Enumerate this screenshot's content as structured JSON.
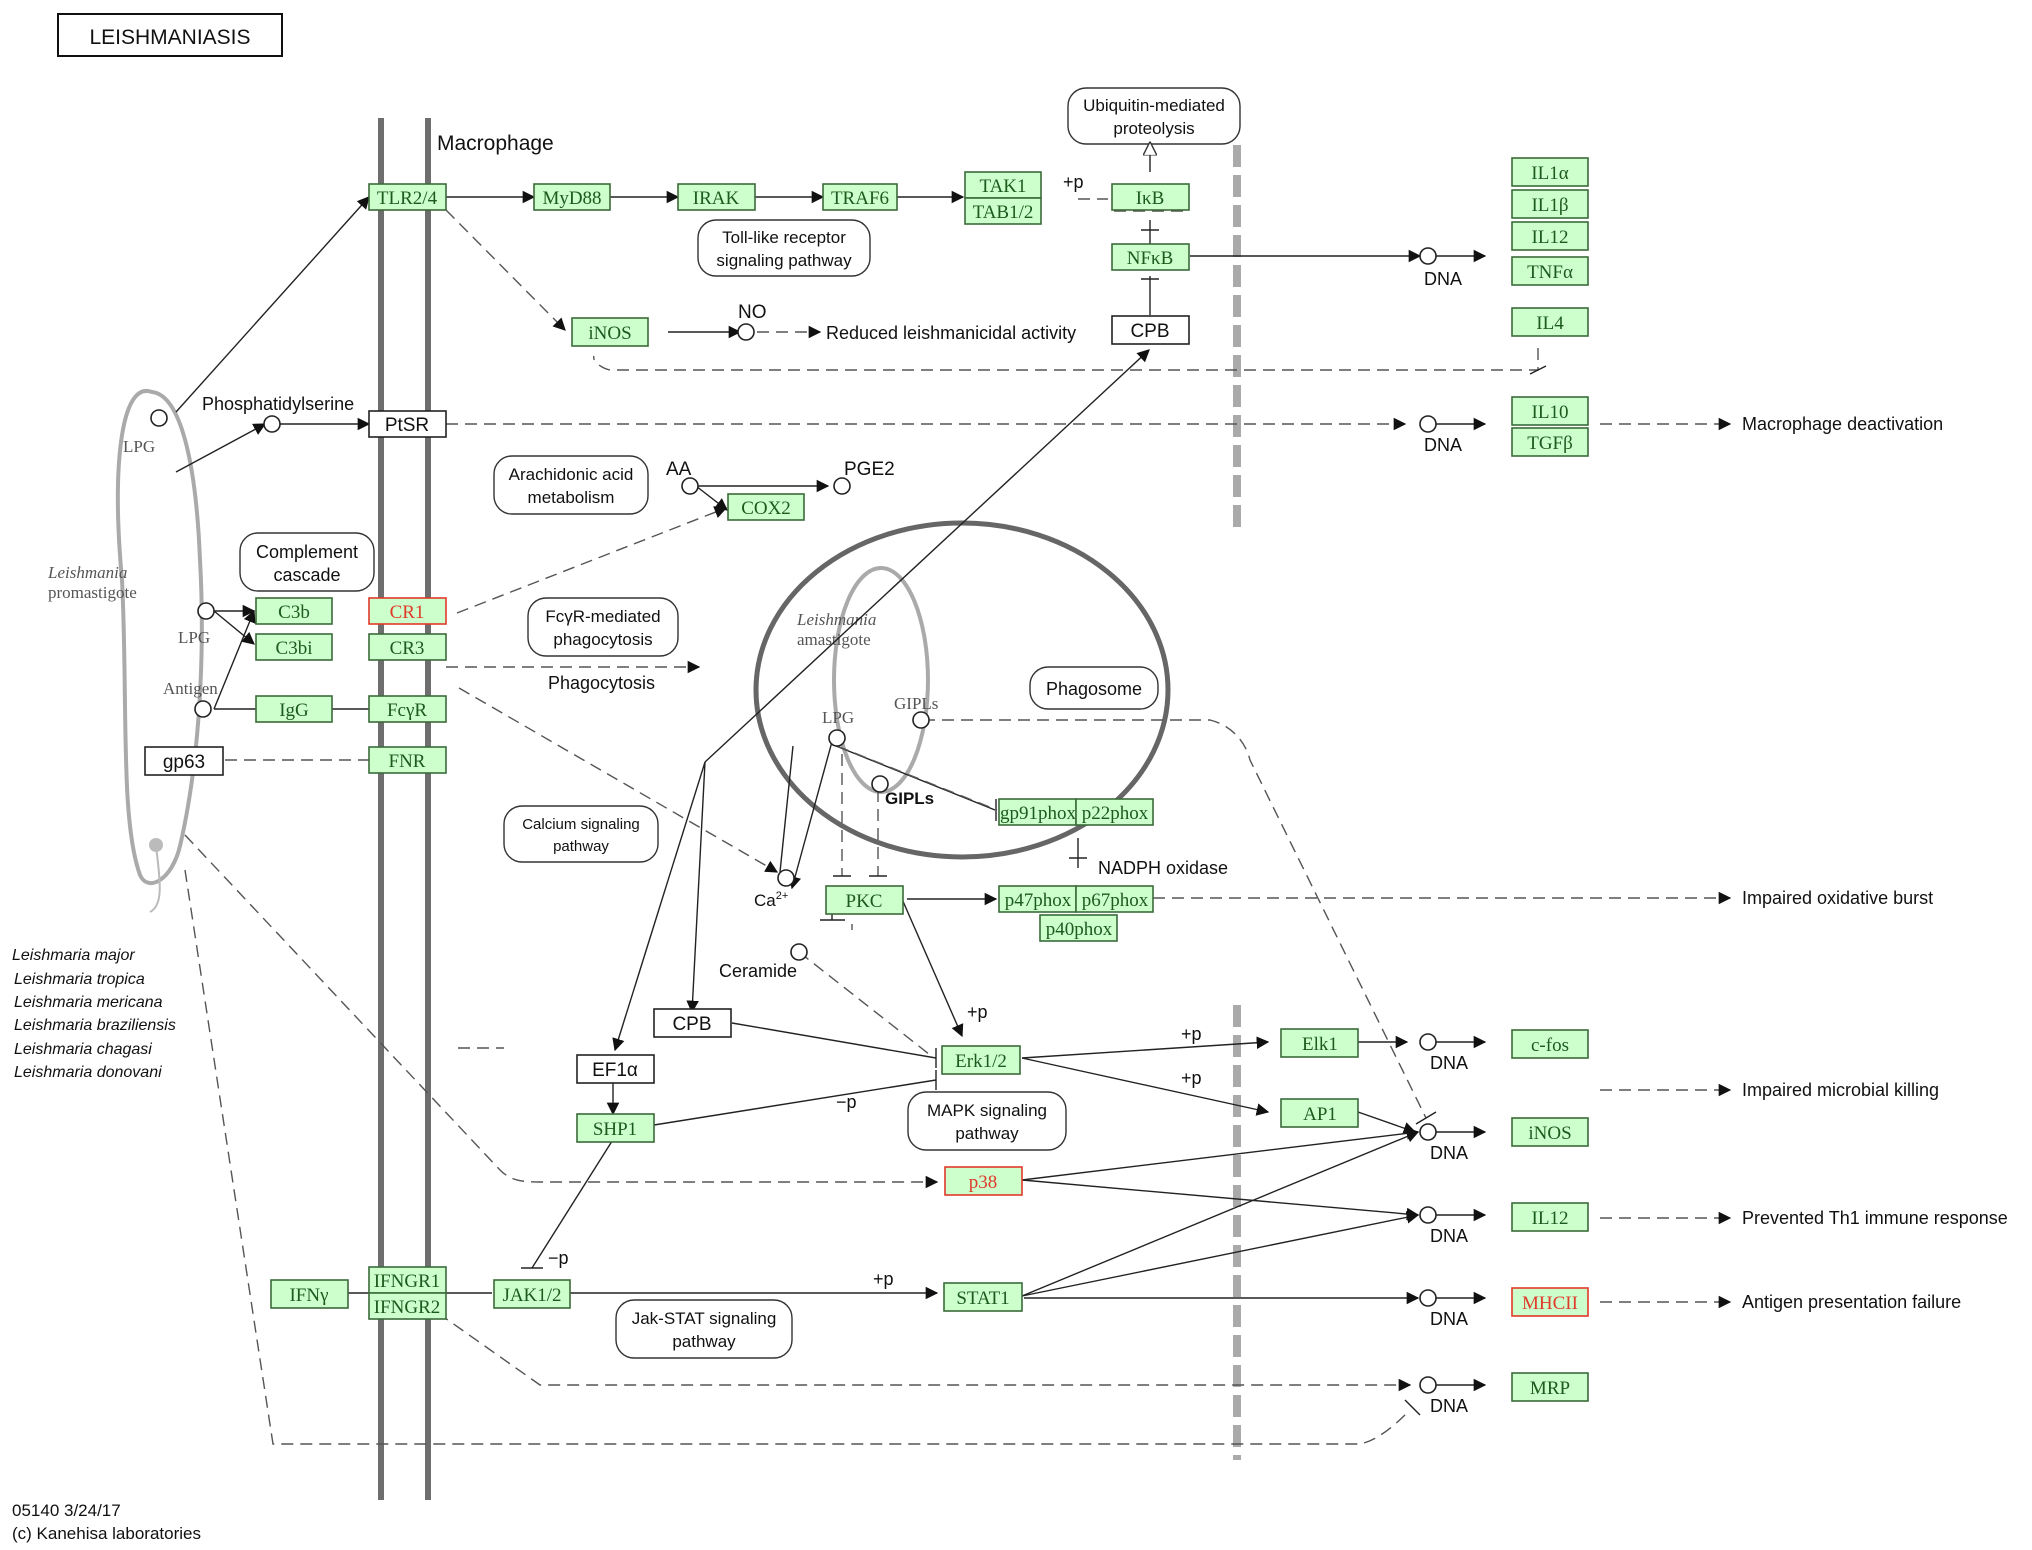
{
  "title": "LEISHMANIASIS",
  "compartments": {
    "macrophage": "Macrophage",
    "leishmania_promastigote": [
      "Leishmania",
      "promastigote"
    ],
    "leishmania_amastigote": [
      "Leishmania",
      "amastigote"
    ],
    "phagosome": "Phagosome",
    "nadph_oxidase": "NADPH oxidase"
  },
  "species": [
    "Leishmaria major",
    "Leishmaria tropica",
    "Leishmaria mericana",
    "Leishmaria braziliensis",
    "Leishmaria chagasi",
    "Leishmaria donovani"
  ],
  "genes": {
    "tlr24": "TLR2/4",
    "myd88": "MyD88",
    "irak": "IRAK",
    "traf6": "TRAF6",
    "tak1": "TAK1",
    "tab12": "TAB1/2",
    "ikb": "IκB",
    "nfkb": "NFκB",
    "inos_top": "iNOS",
    "cox2": "COX2",
    "c3b": "C3b",
    "c3bi": "C3bi",
    "cr1": "CR1",
    "cr3": "CR3",
    "igg": "IgG",
    "fcyr": "FcγR",
    "fnr": "FNR",
    "p91phox": "gp91phox",
    "p22phox": "p22phox",
    "pkc": "PKC",
    "p47phox": "p47phox",
    "p67phox": "p67phox",
    "p40phox": "p40phox",
    "erk12": "Erk1/2",
    "elk1": "Elk1",
    "ap1": "AP1",
    "shp1": "SHP1",
    "p38": "p38",
    "ifny": "IFNγ",
    "ifngr1": "IFNGR1",
    "ifngr2": "IFNGR2",
    "jak12": "JAK1/2",
    "stat1": "STAT1",
    "il1a": "IL1α",
    "il1b": "IL1β",
    "il12_top": "IL12",
    "tnfa": "TNFα",
    "il4": "IL4",
    "il10": "IL10",
    "tgfb": "TGFβ",
    "cfos": "c-fos",
    "inos_out": "iNOS",
    "il12_out": "IL12",
    "mhcii": "MHCII",
    "mrp": "MRP"
  },
  "white_nodes": {
    "cpb_top": "CPB",
    "ptsr": "PtSR",
    "gp63": "gp63",
    "cpb_mid": "CPB",
    "ef1a": "EF1α"
  },
  "compounds": {
    "lpg1": "LPG",
    "lpg2": "LPG",
    "lpg3": "LPG",
    "phosphatidylserine": "Phosphatidylserine",
    "antigen": "Antigen",
    "no": "NO",
    "aa": "AA",
    "pge2": "PGE2",
    "gipls1": "GIPLs",
    "gipls2": "GIPLs",
    "ca": "Ca",
    "ca_sup": "2+",
    "ceramide": "Ceramide",
    "dna": "DNA"
  },
  "pathways": {
    "ubiquitin": [
      "Ubiquitin-mediated",
      "proteolysis"
    ],
    "tlr": [
      "Toll-like receptor",
      "signaling pathway"
    ],
    "arachidonic": [
      "Arachidonic acid",
      "metabolism"
    ],
    "complement": [
      "Complement",
      "cascade"
    ],
    "fcyr": [
      "FcγR-mediated",
      "phagocytosis"
    ],
    "calcium": [
      "Calcium signaling",
      "pathway"
    ],
    "mapk": [
      "MAPK signaling",
      "pathway"
    ],
    "jakstat": [
      "Jak-STAT signaling",
      "pathway"
    ]
  },
  "outcomes": {
    "reduced": "Reduced leishmanicidal activity",
    "phagocytosis": "Phagocytosis",
    "macrophage_deactivation": "Macrophage deactivation",
    "oxidative": "Impaired oxidative burst",
    "microbial": "Impaired microbial killing",
    "th1": "Prevented Th1 immune response",
    "antigen": "Antigen presentation failure"
  },
  "edge_labels": {
    "p": "+p",
    "minus_p": "−p"
  },
  "footer": {
    "id": "05140 3/24/17",
    "copyright": "(c) Kanehisa laboratories"
  },
  "colors": {
    "gene_fill": "#ccffcc",
    "gene_border": "#3a6b3a",
    "highlight": "#e03a2a",
    "membrane": "#6e6e6e"
  }
}
